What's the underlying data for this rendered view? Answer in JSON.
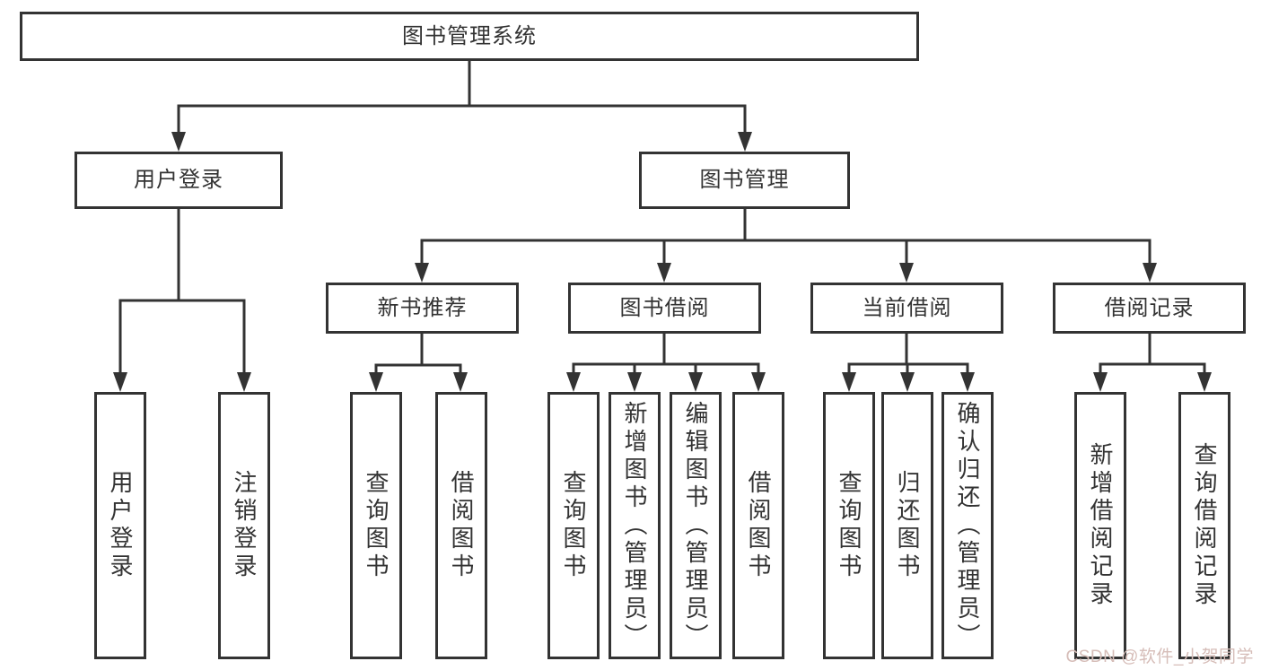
{
  "diagram": {
    "root": {
      "label": "图书管理系统"
    },
    "level1": [
      {
        "label": "用户登录"
      },
      {
        "label": "图书管理"
      }
    ],
    "level2": [
      {
        "label": "新书推荐"
      },
      {
        "label": "图书借阅"
      },
      {
        "label": "当前借阅"
      },
      {
        "label": "借阅记录"
      }
    ],
    "leaves": [
      {
        "label": "用户登录"
      },
      {
        "label": "注销登录"
      },
      {
        "label": "查询图书"
      },
      {
        "label": "借阅图书"
      },
      {
        "label": "查询图书"
      },
      {
        "label": "新增图书（管理员）"
      },
      {
        "label": "编辑图书（管理员）"
      },
      {
        "label": "借阅图书"
      },
      {
        "label": "查询图书"
      },
      {
        "label": "归还图书"
      },
      {
        "label": "确认归还（管理员）"
      },
      {
        "label": "新增借阅记录"
      },
      {
        "label": "查询借阅记录"
      }
    ]
  },
  "watermark": {
    "text": "CSDN @软件_小贺同学"
  },
  "colors": {
    "line": "#333333",
    "box_border": "#333333",
    "text": "#333333",
    "watermark": "#d6bdb8"
  }
}
